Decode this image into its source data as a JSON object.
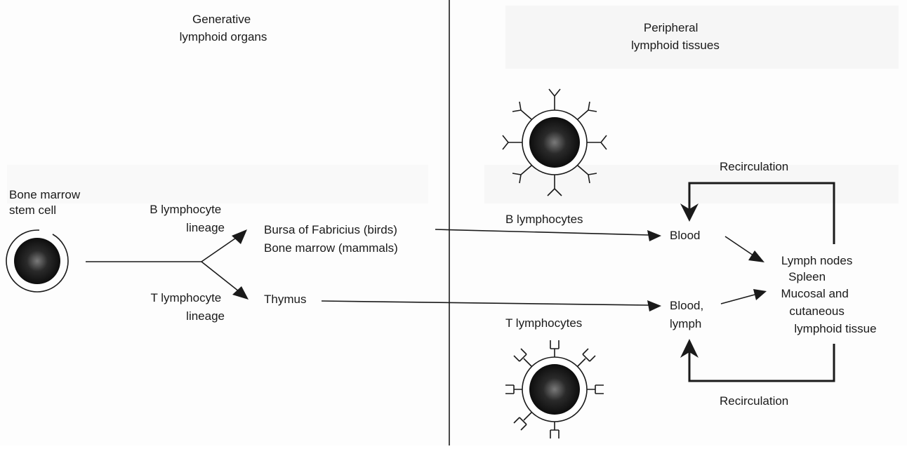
{
  "headers": {
    "generative": [
      "Generative",
      "lymphoid organs"
    ],
    "peripheral": [
      "Peripheral",
      "lymphoid tissues"
    ]
  },
  "stem_cell": [
    "Bone marrow",
    "stem cell"
  ],
  "lineages": {
    "b": [
      "B lymphocyte",
      "lineage"
    ],
    "t": [
      "T lymphocyte",
      "lineage"
    ]
  },
  "organs": {
    "bursa": "Bursa of Fabricius (birds)",
    "bone_marrow": "Bone marrow (mammals)",
    "thymus": "Thymus"
  },
  "cell_labels": {
    "b": "B lymphocytes",
    "t": "T lymphocytes"
  },
  "circulation": {
    "blood": "Blood",
    "blood_lymph": [
      "Blood,",
      "lymph"
    ],
    "recirculation_top": "Recirculation",
    "recirculation_bottom": "Recirculation"
  },
  "peripheral_sites": [
    "Lymph nodes",
    "Spleen",
    "Mucosal and",
    "cutaneous",
    "lymphoid tissue"
  ],
  "colors": {
    "ink": "#1a1a1a",
    "background": "#fdfdfd"
  }
}
